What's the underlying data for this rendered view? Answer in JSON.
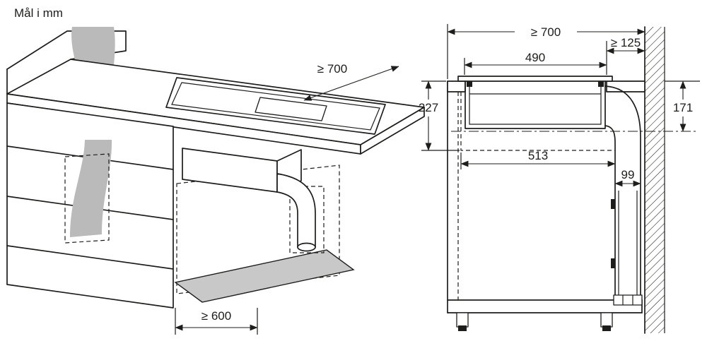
{
  "title": "Mål i mm",
  "perspective_view": {
    "dim_min_worktop_depth": "≥ 700",
    "dim_min_cabinet_width": "≥ 600"
  },
  "section_view": {
    "dim_total_depth": "≥ 700",
    "dim_wall_clearance": "≥ 125",
    "dim_cutout_width": "490",
    "dim_install_height": "227",
    "dim_hob_height": "171",
    "dim_niche_width": "513",
    "dim_duct_depth": "99"
  }
}
